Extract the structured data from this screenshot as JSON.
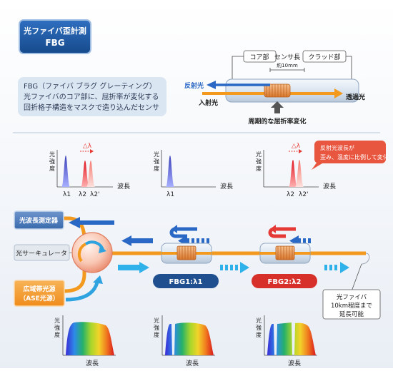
{
  "badge": {
    "line1": "光ファイバ歪計測",
    "line2": "FBG"
  },
  "description": {
    "line1": "FBG（ファイバ ブラグ グレーティング）",
    "line2": "光ファイバのコア部に、屈折率が変化する",
    "line3": "回折格子構造をマスクで造り込んだセンサ"
  },
  "sensor": {
    "core": "コア部",
    "sensor_length": "センサ長",
    "sensor_length_value": "約10mm",
    "clad": "クラッド部",
    "reflected_light": "反射光",
    "incident_light": "入射光",
    "transmitted_light": "透過光",
    "periodic_change": "周期的な屈折率変化"
  },
  "spectra": {
    "y_label_1": "光",
    "y_label_2": "強",
    "y_label_3": "度",
    "x_label": "波長",
    "delta_lambda": "△λ",
    "lambda1": "λ1",
    "lambda2": "λ2",
    "lambda2_prime": "λ2'"
  },
  "callout": {
    "line1": "反射光波長が",
    "line2": "歪み、温度に比例して変化"
  },
  "components": {
    "wavelength_meter": "光波長測定器",
    "circulator": "光サーキュレータ",
    "light_source_1": "広域帯光源",
    "light_source_2": "（ASE光源）",
    "fbg1": "FBG1:λ1",
    "fbg2": "FBG2:λ2"
  },
  "fiber_note": {
    "line1": "光ファイバ",
    "line2": "10km程度まで",
    "line3": "延長可能"
  },
  "colors": {
    "navy": "#1f4f8f",
    "orange": "#f39a1e",
    "blue_arrow": "#2fa3e0",
    "red_arrow": "#e53935",
    "callout_red": "#e8563f"
  }
}
